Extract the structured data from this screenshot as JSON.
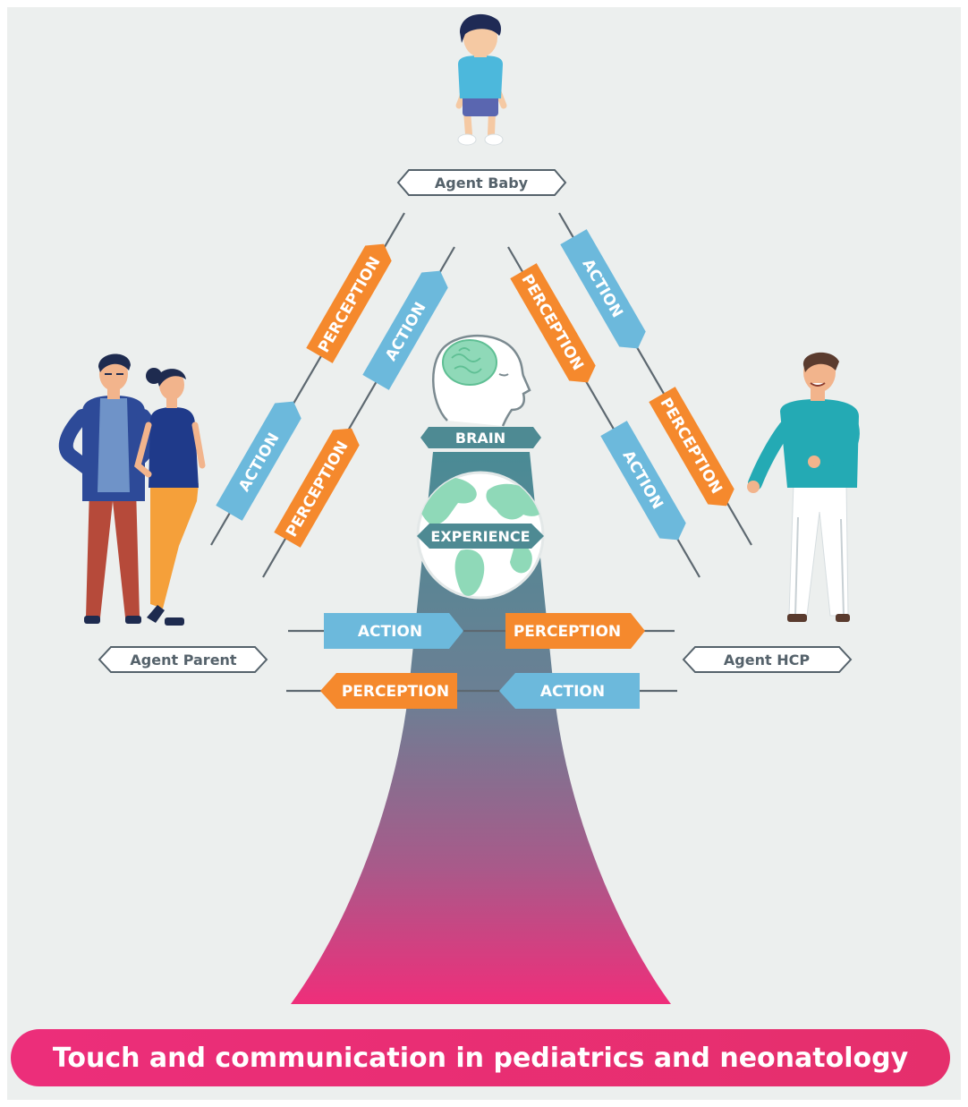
{
  "agents": {
    "baby": "Agent Baby",
    "parent": "Agent Parent",
    "hcp": "Agent HCP"
  },
  "center": {
    "brain": "BRAIN",
    "experience": "EXPERIENCE"
  },
  "tags": {
    "baby_parent_perception": "PERCEPTION",
    "baby_parent_action": "ACTION",
    "baby_parent_action_2": "ACTION",
    "baby_parent_perception_2": "PERCEPTION",
    "baby_hcp_perception": "PERCEPTION",
    "baby_hcp_action": "ACTION",
    "baby_hcp_perception_2": "PERCEPTION",
    "baby_hcp_action_2": "ACTION",
    "parent_hcp_action": "ACTION",
    "parent_hcp_perception": "PERCEPTION",
    "parent_hcp_perception_2": "PERCEPTION",
    "parent_hcp_action_2": "ACTION"
  },
  "banner": {
    "title": "Touch and communication in pediatrics and neonatology"
  },
  "colors": {
    "background": "#ecefee",
    "action": "#6cb9dc",
    "perception": "#f5892d",
    "label_border": "#55626b",
    "tower_top": "#4d8c96",
    "tower_bottom": "#ec2f7a",
    "banner": "#ea2f74",
    "brain_tag": "#4e8a93",
    "globe_land": "#8fd9b8"
  }
}
